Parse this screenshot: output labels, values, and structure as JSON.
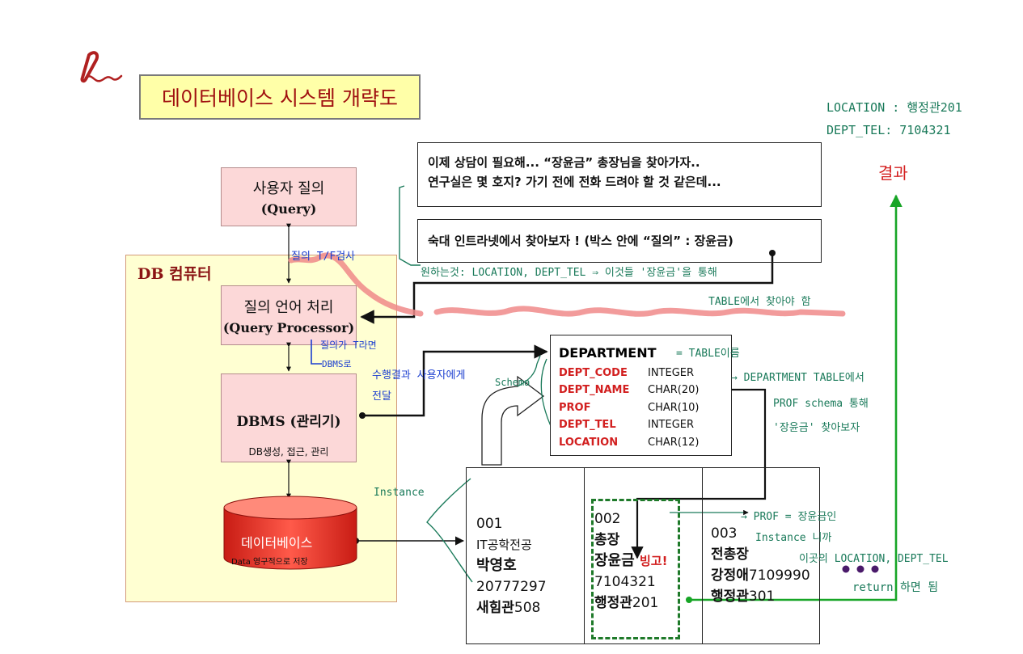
{
  "title": "데이터베이스 시스템 개략도",
  "db_computer_label": "DB 컴퓨터",
  "query_box": {
    "line1": "사용자 질의",
    "line2": "(Query)"
  },
  "processor_box": {
    "line1": "질의 언어 처리",
    "line2": "(Query Processor)"
  },
  "dbms_box": {
    "line1": "DBMS (관리기)",
    "note": "DB생성, 접근, 관리"
  },
  "database": {
    "label": "데이터베이스",
    "note": "Data 영구적으로 저장"
  },
  "message1": {
    "line1": "이제 상담이 필요해... “장윤금”  총장님을 찾아가자..",
    "line2": "연구실은 몇 호지? 가기 전에 전화 드려야 할 것 같은데..."
  },
  "message2": "숙대 인트라넷에서 찾아보자 ! (박스 안에  “질의” : 장윤금)",
  "result_label": "결과",
  "result_values": {
    "line1": "LOCATION : 행정관201",
    "line2": "DEPT_TEL: 7104321"
  },
  "schema": {
    "table_name": "DEPARTMENT",
    "columns": [
      {
        "name": "DEPT_CODE",
        "type": "INTEGER"
      },
      {
        "name": "DEPT_NAME",
        "type": "CHAR(20)"
      },
      {
        "name": "PROF",
        "type": "CHAR(10)"
      },
      {
        "name": "DEPT_TEL",
        "type": "INTEGER"
      },
      {
        "name": "LOCATION",
        "type": "CHAR(12)"
      }
    ]
  },
  "instances": [
    {
      "code": "001",
      "name": "IT공학전공",
      "prof": "박영호",
      "tel": "20777297",
      "loc_main": "새힘관",
      "loc_num": "508"
    },
    {
      "code": "002",
      "name": "총장",
      "prof": "장윤금",
      "tel": "7104321",
      "loc_main": "행정관",
      "loc_num": "201",
      "badge": "빙고!"
    },
    {
      "code": "003",
      "name": "전총장",
      "prof": "강정애",
      "tel": "7109990",
      "loc_main": "행정관",
      "loc_num": "301"
    }
  ],
  "annotations": {
    "query_type_check": "질의 T/F검사",
    "if_true": "질의가 T라면",
    "to_dbms": "DBMS로",
    "deliver_result": "수행결과 사용자에게 전달",
    "wanted": "원하는것: LOCATION, DEPT_TEL ⇒ 이것들 '장윤금'을 통해",
    "find_in_table": "TABLE에서 찾아야 함",
    "table_name_note": "= TABLE이름",
    "schema_note": "Schema",
    "dept_table_note": "→ DEPARTMENT TABLE에서",
    "prof_schema_note": "PROF schema 통해",
    "find_name_note": "'장윤금' 찾아보자",
    "instance_note": "Instance",
    "prof_instance_note": "→ PROF = 장윤금인",
    "instance_then": "Instance 니까",
    "return_note": "이곳의 LOCATION, DEPT_TEL",
    "return_note2": "return 하면 됨"
  },
  "colors": {
    "title_bg": "#ffffa8",
    "title_text": "#a01010",
    "db_bg": "#ffffd2",
    "box_pink": "#fcd8d8",
    "db_red": "#e8231c",
    "schema_red": "#d21f1f",
    "hw_blue": "#1c3fd0",
    "hw_green": "#1a7a5a",
    "arrow_green": "#17a526",
    "highlight": "#f08a8a"
  }
}
